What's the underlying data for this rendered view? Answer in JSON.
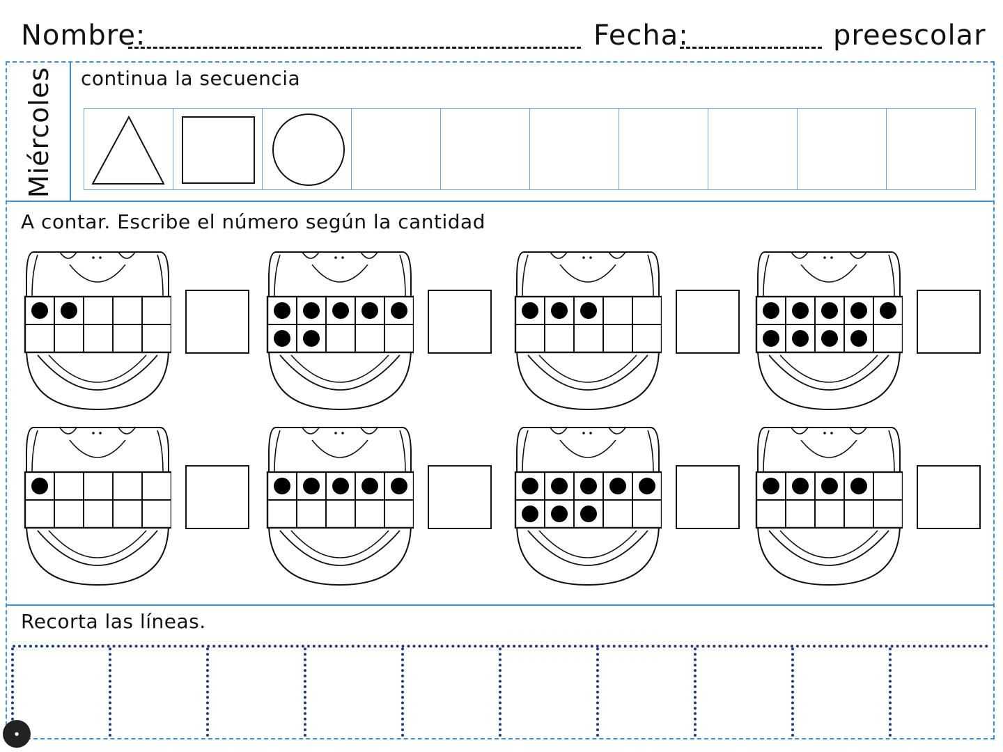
{
  "header": {
    "name_label": "Nombre:",
    "date_label": "Fecha:",
    "level": "preescolar"
  },
  "day": "Miércoles",
  "sequence": {
    "title": "continua la secuencia",
    "shapes": [
      "triangle",
      "square",
      "circle",
      "",
      "",
      "",
      "",
      "",
      "",
      ""
    ]
  },
  "counting": {
    "title": "A contar. Escribe el número según la cantidad",
    "counts": [
      2,
      7,
      3,
      9,
      1,
      5,
      8,
      4
    ],
    "frame_slots": 10
  },
  "cutting": {
    "title": "Recorta las líneas.",
    "line_count": 10,
    "line_color": "#1f3c73"
  },
  "colors": {
    "accent": "#3b8fd3",
    "ink": "#111111"
  }
}
